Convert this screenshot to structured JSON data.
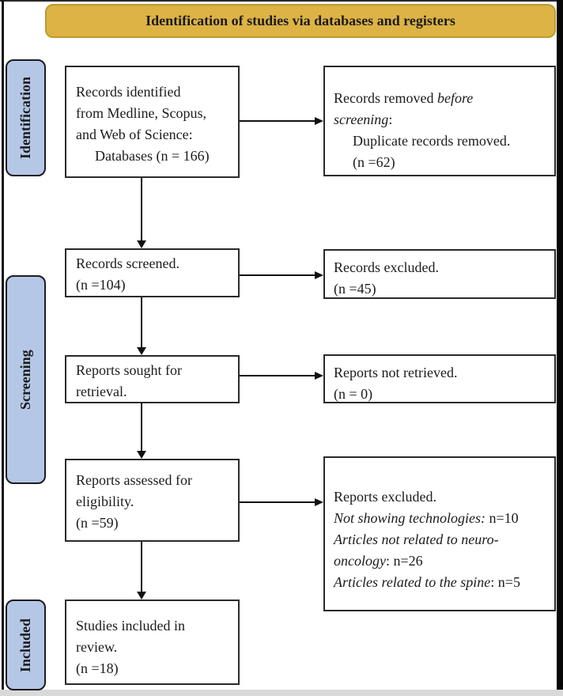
{
  "banner": {
    "title": "Identification of studies via databases and registers"
  },
  "sidebar": {
    "stages": [
      {
        "label": "Identification"
      },
      {
        "label": "Screening"
      },
      {
        "label": "Included"
      }
    ]
  },
  "boxes": {
    "records_identified": {
      "line1": "Records identified",
      "line2": "from Medline, Scopus,",
      "line3": "and Web of Science:",
      "line4": "Databases (n = 166)"
    },
    "records_removed": {
      "line1_regular": "Records removed ",
      "line1_italic": "before",
      "line2_italic": "screening",
      "line2_regular": ":",
      "line3": "Duplicate records removed.",
      "line4": "(n =62)"
    },
    "records_screened": {
      "line1": "Records screened.",
      "line2": "(n =104)"
    },
    "records_excluded": {
      "line1": "Records excluded.",
      "line2": "(n =45)"
    },
    "reports_sought": {
      "line1": "Reports sought for",
      "line2": "retrieval."
    },
    "reports_not_retrieved": {
      "line1": "Reports not retrieved.",
      "line2": "(n = 0)"
    },
    "reports_assessed": {
      "line1": "Reports assessed for",
      "line2": "eligibility.",
      "line3": "(n =59)"
    },
    "reports_excluded": {
      "line1": "Reports excluded.",
      "line2_italic": "Not showing technologies:",
      "line2_regular": " n=10",
      "line3_italic": "Articles not related to neuro-",
      "line4_italic": "oncology",
      "line4_regular": ": n=26",
      "line5_italic": "Articles related to the spine",
      "line5_regular": ": n=5"
    },
    "studies_included": {
      "line1": "Studies included in",
      "line2": "review.",
      "line3": "(n =18)"
    }
  },
  "colors": {
    "banner_fill": "#DDB345",
    "banner_border": "#BD9A2F",
    "stage_fill": "#B5C7E7",
    "box_border": "#2A2A2A",
    "text": "#1B1B1B"
  }
}
